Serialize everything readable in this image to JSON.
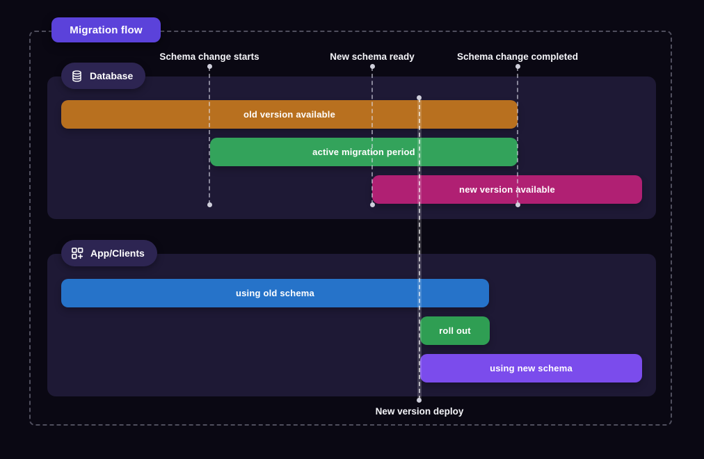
{
  "title_badge": {
    "label": "Migration flow",
    "bg": "#5b42da"
  },
  "page": {
    "bg": "#0a0813",
    "panel_bg": "#1e1935",
    "badge_bg": "#2d2552"
  },
  "milestones": [
    {
      "label": "Schema change starts"
    },
    {
      "label": "New schema ready"
    },
    {
      "label": "Schema change completed"
    }
  ],
  "deploy_marker": {
    "label": "New version deploy"
  },
  "sections": [
    {
      "label": "Database",
      "icon": "database-icon",
      "bars": [
        {
          "label": "old version available",
          "color": "#b8701f"
        },
        {
          "label": "active migration period",
          "color": "#33a35b"
        },
        {
          "label": "new version available",
          "color": "#b02073"
        }
      ]
    },
    {
      "label": "App/Clients",
      "icon": "apps-plus-icon",
      "bars": [
        {
          "label": "using old schema",
          "color": "#2673c9"
        },
        {
          "label": "roll out",
          "color": "#2f9e53"
        },
        {
          "label": "using new schema",
          "color": "#7b4cec"
        }
      ]
    }
  ]
}
